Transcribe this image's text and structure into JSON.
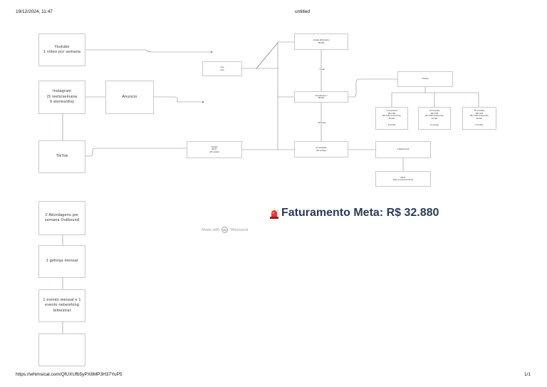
{
  "header": {
    "datetime": "19/12/2024, 11:47",
    "title": "untitled"
  },
  "footer": {
    "url": "https://whimsical.com/QfUXUfb5yPX8MP3H37YuP5",
    "page": "1/1"
  },
  "left_nodes": {
    "youtube": "Youtube\n1 vídeo por semana",
    "instagram": "Instagram\n(5 reels/semana\n9 stories/dia)",
    "anuncio": "Anuncio",
    "tiktok": "TikTok",
    "abordagens": "2 Abordagens por\nsemana Outbound",
    "gehinja": "1 gehinja mensal",
    "evento": "1 evento mensal e 1\nevento networking\nbimestral",
    "empty": ""
  },
  "mid_nodes": {
    "isca": "Isca\n(cta)",
    "desafio": "Desafio\nR$ 47\n(20 vendas)",
    "analise": "Analise Melhorativo\nR$ 000",
    "consultoria": "Consultoria 1:1\nR$ 000",
    "comunidade": "Comunidade\n(50 vendas)",
    "link1": "Upsell",
    "link2": "Downsell"
  },
  "right_nodes": {
    "meses": "3 Meses",
    "plano1": "3 consultorias\nR$ 1.000\nR$ 3.000 (á desconto)\n45 dias",
    "plano1_sales": "8 vendas",
    "plano2": "10 consultas\nR$ 2.000\nR$ 3.000 (á desconto)\n60 dias",
    "plano2_sales": "12 vendas",
    "plano3": "25 consultas\nR$ 2.400\nR$ 7.000 (á desconto)\n90 dias",
    "plano3_sales": "8 vendas",
    "mes_anual": "1 Mês/ó Anual",
    "final": "R$ 97\nMais os primeiros 10-30"
  },
  "meta": {
    "label": "Faturamento Meta: R$ 32.880",
    "icon": "siren-icon"
  },
  "watermark": {
    "text": "Made with",
    "brand": "Whimsical"
  }
}
